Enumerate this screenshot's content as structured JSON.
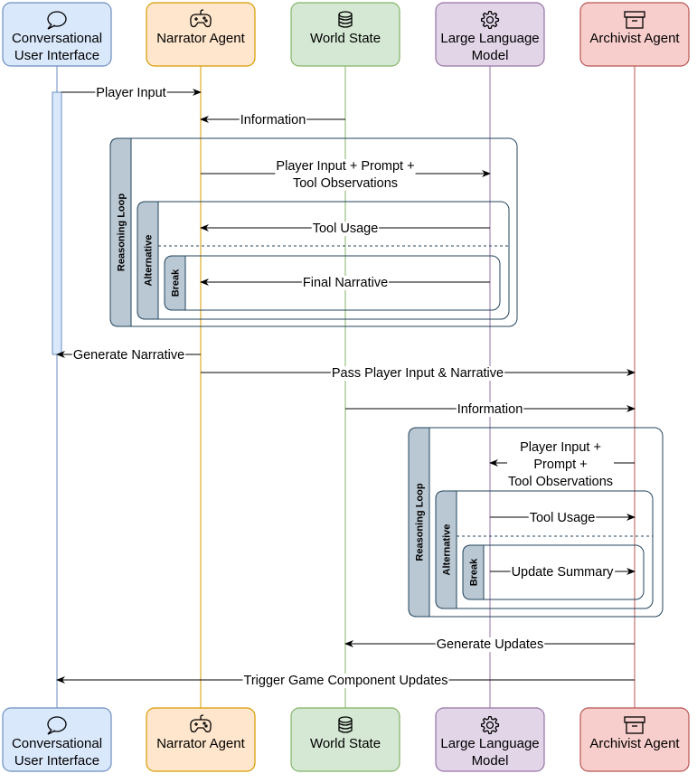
{
  "actors": [
    {
      "id": "ui",
      "lines": [
        "Conversational",
        "User Interface"
      ],
      "icon": "chat-bubble-icon",
      "fill": "#dae8fc",
      "stroke": "#6c8ebf"
    },
    {
      "id": "narrator",
      "lines": [
        "Narrator Agent"
      ],
      "icon": "gamepad-icon",
      "fill": "#ffe6cc",
      "stroke": "#d79b00"
    },
    {
      "id": "world",
      "lines": [
        "World State"
      ],
      "icon": "database-icon",
      "fill": "#d5e8d4",
      "stroke": "#82b366"
    },
    {
      "id": "llm",
      "lines": [
        "Large Language",
        "Model"
      ],
      "icon": "gear-icon",
      "fill": "#e1d5e7",
      "stroke": "#9673a6"
    },
    {
      "id": "archivist",
      "lines": [
        "Archivist Agent"
      ],
      "icon": "archive-box-icon",
      "fill": "#f8cecc",
      "stroke": "#b85450"
    }
  ],
  "messages": [
    {
      "lines": [
        "Player Input"
      ],
      "from": "ui",
      "to": "narrator"
    },
    {
      "lines": [
        "Information"
      ],
      "from": "world",
      "to": "narrator"
    },
    {
      "lines": [
        "Player Input + Prompt +",
        "Tool Observations"
      ],
      "from": "narrator",
      "to": "llm"
    },
    {
      "lines": [
        "Tool Usage"
      ],
      "from": "llm",
      "to": "narrator"
    },
    {
      "lines": [
        "Final Narrative"
      ],
      "from": "llm",
      "to": "narrator"
    },
    {
      "lines": [
        "Generate Narrative"
      ],
      "from": "narrator",
      "to": "ui"
    },
    {
      "lines": [
        "Pass Player Input & Narrative"
      ],
      "from": "narrator",
      "to": "archivist"
    },
    {
      "lines": [
        "Information"
      ],
      "from": "world",
      "to": "archivist"
    },
    {
      "lines": [
        "Player Input +",
        "Prompt +",
        "Tool Observations"
      ],
      "from": "archivist",
      "to": "llm"
    },
    {
      "lines": [
        "Tool Usage"
      ],
      "from": "llm",
      "to": "archivist"
    },
    {
      "lines": [
        "Update Summary"
      ],
      "from": "llm",
      "to": "archivist"
    },
    {
      "lines": [
        "Generate Updates"
      ],
      "from": "archivist",
      "to": "world"
    },
    {
      "lines": [
        "Trigger Game Component Updates"
      ],
      "from": "archivist",
      "to": "ui"
    }
  ],
  "frames": [
    {
      "label": "Reasoning Loop"
    },
    {
      "label": "Alternative"
    },
    {
      "label": "Break"
    },
    {
      "label": "Reasoning Loop"
    },
    {
      "label": "Alternative"
    },
    {
      "label": "Break"
    }
  ]
}
